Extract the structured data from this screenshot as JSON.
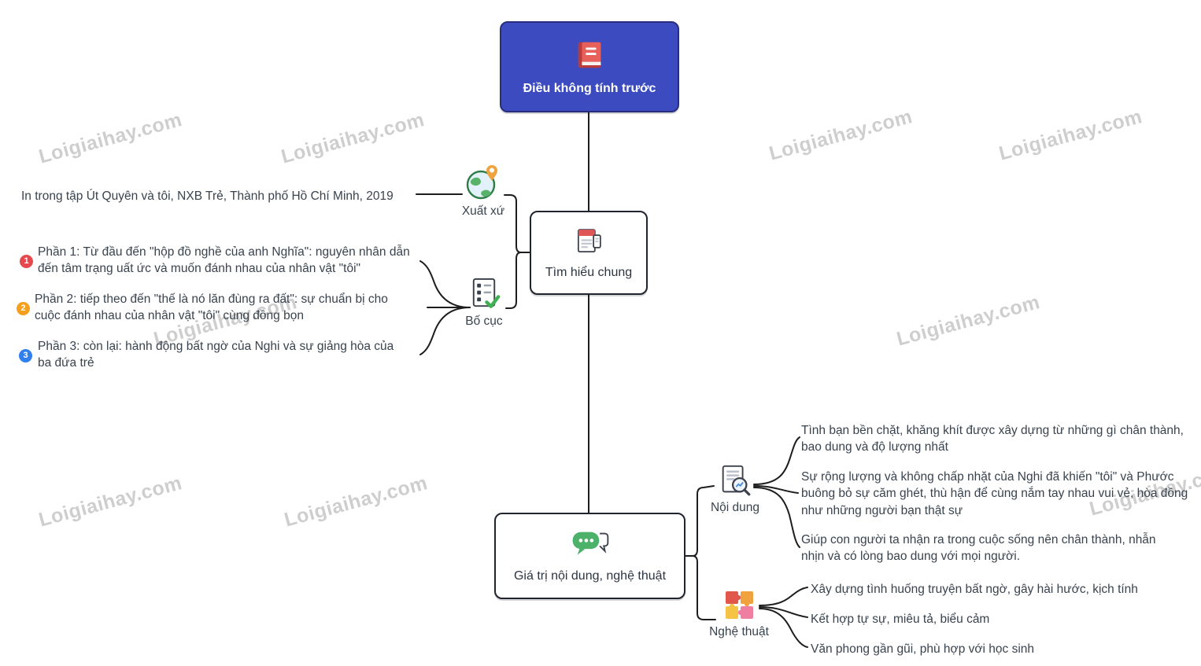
{
  "watermark": "Loigiaihay.com",
  "colors": {
    "root_bg": "#3c4cc0",
    "root_border": "#272f7d",
    "badge_1": "#e5484d",
    "badge_2": "#f59f1e",
    "badge_3": "#2f80ed",
    "line": "#1d1d1d"
  },
  "icons": {
    "root": "book-icon",
    "tim_hieu_chung": "document-icon",
    "xuat_xu": "globe-pin-icon",
    "bo_cuc": "checklist-icon",
    "gia_tri": "chat-bubbles-icon",
    "noi_dung": "document-search-icon",
    "nghe_thuat": "puzzle-icon"
  },
  "root": {
    "title": "Điều không tính trước"
  },
  "tim_hieu_chung": {
    "label": "Tìm hiểu chung",
    "xuat_xu": {
      "label": "Xuất xứ",
      "text": "In trong tập Út Quyên và tôi, NXB Trẻ, Thành phố Hồ Chí Minh, 2019"
    },
    "bo_cuc": {
      "label": "Bố cục",
      "items": [
        {
          "num": "1",
          "text": "Phần 1: Từ đầu đến \"hộp đồ nghề của anh Nghĩa\": nguyên nhân dẫn đến tâm trạng uất ức và muốn đánh nhau của nhân vật \"tôi\""
        },
        {
          "num": "2",
          "text": "Phần 2: tiếp theo đến \"thế là nó lăn đùng ra đất\": sự chuẩn bị cho cuộc đánh nhau của nhân vật \"tôi\" cùng đồng bọn"
        },
        {
          "num": "3",
          "text": "Phần 3: còn lại: hành động bất ngờ của Nghi và sự giảng hòa của ba đứa trẻ"
        }
      ]
    }
  },
  "gia_tri": {
    "label": "Giá trị nội dung, nghệ thuật",
    "noi_dung": {
      "label": "Nội dung",
      "items": [
        "Tình bạn bền chặt, khăng khít được xây dựng từ những gì chân thành, bao dung và độ lượng nhất",
        "Sự rộng lượng và không chấp nhặt của Nghi đã khiến \"tôi\" và Phước buông bỏ sự căm ghét, thù hận để cùng nắm tay nhau vui vẻ, hòa đồng như những người bạn thật sự",
        "Giúp con người ta nhận ra trong cuộc sống nên chân thành, nhẫn nhịn và có lòng bao dung với mọi người."
      ]
    },
    "nghe_thuat": {
      "label": "Nghệ thuật",
      "items": [
        "Xây dựng tình huống truyện bất ngờ, gây hài hước, kịch tính",
        "Kết hợp tự sự, miêu tả, biểu cảm",
        "Văn phong gần gũi, phù hợp với học sinh"
      ]
    }
  }
}
